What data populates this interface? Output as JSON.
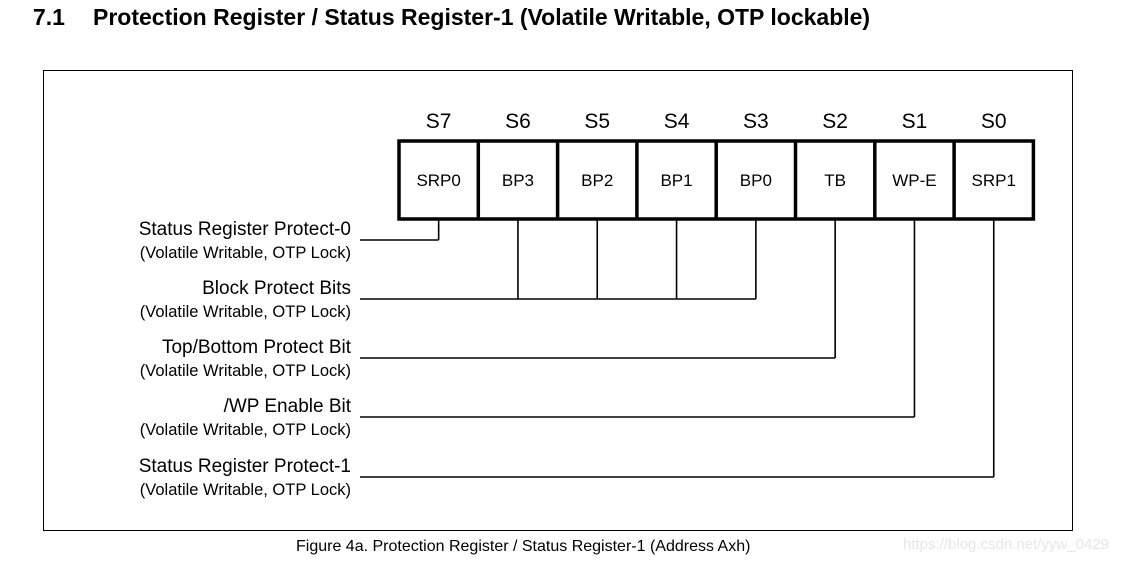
{
  "section": {
    "number": "7.1",
    "title": "Protection Register / Status Register-1 (Volatile Writable, OTP lockable)"
  },
  "register": {
    "bits": [
      {
        "num": "S7",
        "name": "SRP0"
      },
      {
        "num": "S6",
        "name": "BP3"
      },
      {
        "num": "S5",
        "name": "BP2"
      },
      {
        "num": "S4",
        "name": "BP1"
      },
      {
        "num": "S3",
        "name": "BP0"
      },
      {
        "num": "S2",
        "name": "TB"
      },
      {
        "num": "S1",
        "name": "WP-E"
      },
      {
        "num": "S0",
        "name": "SRP1"
      }
    ]
  },
  "fields": [
    {
      "label": "Status Register Protect-0",
      "sub": "(Volatile Writable, OTP Lock)",
      "bits": [
        0
      ]
    },
    {
      "label": "Block Protect Bits",
      "sub": "(Volatile Writable, OTP Lock)",
      "bits": [
        1,
        2,
        3,
        4
      ]
    },
    {
      "label": "Top/Bottom Protect Bit",
      "sub": "(Volatile Writable, OTP Lock)",
      "bits": [
        5
      ]
    },
    {
      "label": "/WP Enable Bit",
      "sub": "(Volatile Writable, OTP Lock)",
      "bits": [
        6
      ]
    },
    {
      "label": "Status Register Protect-1",
      "sub": "(Volatile Writable, OTP Lock)",
      "bits": [
        7
      ]
    }
  ],
  "caption": "Figure 4a. Protection Register / Status Register-1 (Address Axh)",
  "watermark": "https://blog.csdn.net/yyw_0429"
}
